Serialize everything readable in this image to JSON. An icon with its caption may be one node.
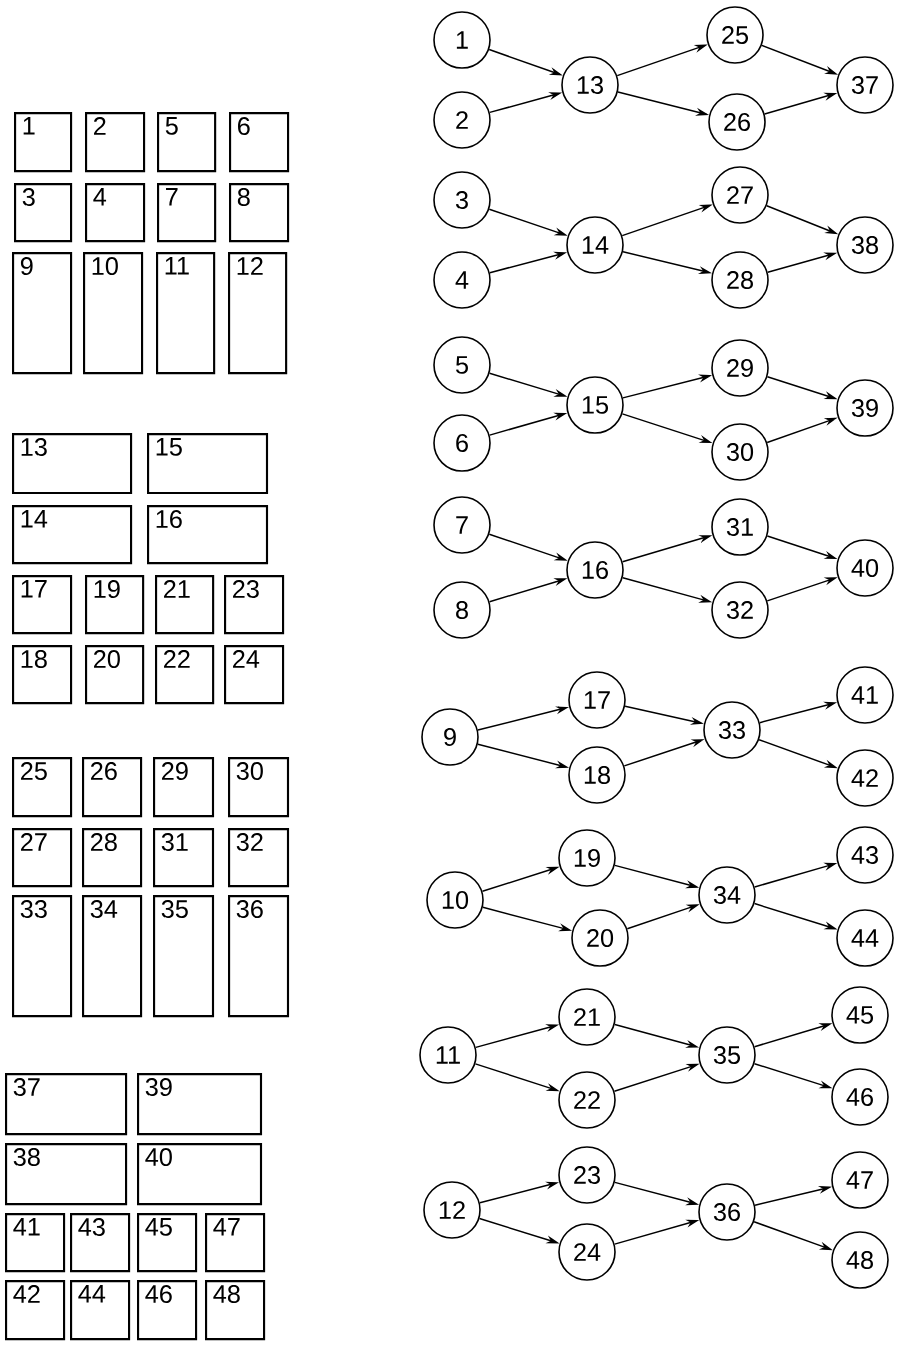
{
  "diagram": {
    "nodes": [
      {
        "text": [
          "1"
        ]
      },
      {
        "text": [
          "2"
        ]
      },
      {
        "text": [
          "5"
        ]
      },
      {
        "text": [
          "6"
        ]
      },
      {
        "text": [
          "3"
        ]
      },
      {
        "text": [
          "4"
        ]
      },
      {
        "text": [
          "7"
        ]
      },
      {
        "text": [
          "8"
        ]
      },
      {
        "text": [
          "9"
        ]
      },
      {
        "text": [
          "10"
        ]
      },
      {
        "text": [
          "11"
        ]
      },
      {
        "text": [
          "12"
        ]
      },
      {
        "text": [
          "13"
        ]
      },
      {
        "text": [
          "15"
        ]
      },
      {
        "text": [
          "14"
        ]
      },
      {
        "text": [
          "16"
        ]
      },
      {
        "text": [
          "17"
        ]
      },
      {
        "text": [
          "19"
        ]
      },
      {
        "text": [
          "21"
        ]
      },
      {
        "text": [
          "23"
        ]
      },
      {
        "text": [
          "18"
        ]
      },
      {
        "text": [
          "20"
        ]
      },
      {
        "text": [
          "22"
        ]
      },
      {
        "text": [
          "24"
        ]
      },
      {
        "text": [
          "25"
        ]
      },
      {
        "text": [
          "26"
        ]
      },
      {
        "text": [
          "29"
        ]
      },
      {
        "text": [
          "30"
        ]
      },
      {
        "text": [
          "27"
        ]
      },
      {
        "text": [
          "28"
        ]
      },
      {
        "text": [
          "31"
        ]
      },
      {
        "text": [
          "32"
        ]
      },
      {
        "text": [
          "33"
        ]
      },
      {
        "text": [
          "34"
        ]
      },
      {
        "text": [
          "35"
        ]
      },
      {
        "text": [
          "36"
        ]
      },
      {
        "text": [
          "37"
        ]
      },
      {
        "text": [
          "39"
        ]
      },
      {
        "text": [
          "38"
        ]
      },
      {
        "text": [
          "40"
        ]
      },
      {
        "text": [
          "41"
        ]
      },
      {
        "text": [
          "43"
        ]
      },
      {
        "text": [
          "45"
        ]
      },
      {
        "text": [
          "47"
        ]
      },
      {
        "text": [
          "42"
        ]
      },
      {
        "text": [
          "44"
        ]
      },
      {
        "text": [
          "46"
        ]
      },
      {
        "text": [
          "48"
        ]
      },
      {
        "text": [
          "1"
        ]
      },
      {
        "text": [
          "2"
        ]
      },
      {
        "text": [
          "3"
        ]
      },
      {
        "text": [
          "4"
        ]
      },
      {
        "text": [
          "5"
        ]
      },
      {
        "text": [
          "6"
        ]
      },
      {
        "text": [
          "7"
        ]
      },
      {
        "text": [
          "8"
        ]
      },
      {
        "text": [
          "9"
        ]
      },
      {
        "text": [
          "10"
        ]
      },
      {
        "text": [
          "11"
        ]
      },
      {
        "text": [
          "12"
        ]
      },
      {
        "text": [
          "13"
        ]
      },
      {
        "text": [
          "14"
        ]
      },
      {
        "text": [
          "15"
        ]
      },
      {
        "text": [
          "16"
        ]
      },
      {
        "text": [
          "17"
        ]
      },
      {
        "text": [
          "18"
        ]
      },
      {
        "text": [
          "19"
        ]
      },
      {
        "text": [
          "20"
        ]
      },
      {
        "text": [
          "21"
        ]
      },
      {
        "text": [
          "22"
        ]
      },
      {
        "text": [
          "23"
        ]
      },
      {
        "text": [
          "24"
        ]
      },
      {
        "text": [
          "25"
        ]
      },
      {
        "text": [
          "26"
        ]
      },
      {
        "text": [
          "27"
        ]
      },
      {
        "text": [
          "28"
        ]
      },
      {
        "text": [
          "29"
        ]
      },
      {
        "text": [
          "30"
        ]
      },
      {
        "text": [
          "31"
        ]
      },
      {
        "text": [
          "32"
        ]
      },
      {
        "text": [
          "33"
        ]
      },
      {
        "text": [
          "34"
        ]
      },
      {
        "text": [
          "35"
        ]
      },
      {
        "text": [
          "36"
        ]
      },
      {
        "text": [
          "37"
        ]
      },
      {
        "text": [
          "38"
        ]
      },
      {
        "text": [
          "39"
        ]
      },
      {
        "text": [
          "40"
        ]
      },
      {
        "text": [
          "41"
        ]
      },
      {
        "text": [
          "42"
        ]
      },
      {
        "text": [
          "43"
        ]
      },
      {
        "text": [
          "44"
        ]
      },
      {
        "text": [
          "45"
        ]
      },
      {
        "text": [
          "46"
        ]
      },
      {
        "text": [
          "47"
        ]
      },
      {
        "text": [
          "48"
        ]
      }
    ],
    "edges": [
      {
        "from": 48,
        "to": 60,
        "arrow": "to"
      },
      {
        "from": 49,
        "to": 60,
        "arrow": "to"
      },
      {
        "from": 60,
        "to": 72,
        "arrow": "to"
      },
      {
        "from": 60,
        "to": 73,
        "arrow": "to"
      },
      {
        "from": 72,
        "to": 84,
        "arrow": "to"
      },
      {
        "from": 73,
        "to": 84,
        "arrow": "to"
      },
      {
        "from": 50,
        "to": 61,
        "arrow": "to"
      },
      {
        "from": 51,
        "to": 61,
        "arrow": "to"
      },
      {
        "from": 61,
        "to": 74,
        "arrow": "to"
      },
      {
        "from": 61,
        "to": 75,
        "arrow": "to"
      },
      {
        "from": 74,
        "to": 85,
        "arrow": "to"
      },
      {
        "from": 75,
        "to": 85,
        "arrow": "to"
      },
      {
        "from": 52,
        "to": 62,
        "arrow": "to"
      },
      {
        "from": 53,
        "to": 62,
        "arrow": "to"
      },
      {
        "from": 62,
        "to": 76,
        "arrow": "to"
      },
      {
        "from": 62,
        "to": 77,
        "arrow": "to"
      },
      {
        "from": 76,
        "to": 86,
        "arrow": "to"
      },
      {
        "from": 77,
        "to": 86,
        "arrow": "to"
      },
      {
        "from": 54,
        "to": 63,
        "arrow": "to"
      },
      {
        "from": 55,
        "to": 63,
        "arrow": "to"
      },
      {
        "from": 63,
        "to": 78,
        "arrow": "to"
      },
      {
        "from": 63,
        "to": 79,
        "arrow": "to"
      },
      {
        "from": 78,
        "to": 87,
        "arrow": "to"
      },
      {
        "from": 79,
        "to": 87,
        "arrow": "to"
      },
      {
        "from": 56,
        "to": 64,
        "arrow": "to"
      },
      {
        "from": 56,
        "to": 65,
        "arrow": "to"
      },
      {
        "from": 64,
        "to": 80,
        "arrow": "to"
      },
      {
        "from": 65,
        "to": 80,
        "arrow": "to"
      },
      {
        "from": 80,
        "to": 88,
        "arrow": "to"
      },
      {
        "from": 80,
        "to": 89,
        "arrow": "to"
      },
      {
        "from": 57,
        "to": 66,
        "arrow": "to"
      },
      {
        "from": 57,
        "to": 67,
        "arrow": "to"
      },
      {
        "from": 66,
        "to": 81,
        "arrow": "to"
      },
      {
        "from": 67,
        "to": 81,
        "arrow": "to"
      },
      {
        "from": 81,
        "to": 90,
        "arrow": "to"
      },
      {
        "from": 81,
        "to": 91,
        "arrow": "to"
      },
      {
        "from": 58,
        "to": 68,
        "arrow": "to"
      },
      {
        "from": 58,
        "to": 69,
        "arrow": "to"
      },
      {
        "from": 68,
        "to": 82,
        "arrow": "to"
      },
      {
        "from": 69,
        "to": 82,
        "arrow": "to"
      },
      {
        "from": 82,
        "to": 92,
        "arrow": "to"
      },
      {
        "from": 82,
        "to": 93,
        "arrow": "to"
      },
      {
        "from": 59,
        "to": 70,
        "arrow": "to"
      },
      {
        "from": 59,
        "to": 71,
        "arrow": "to"
      },
      {
        "from": 70,
        "to": 83,
        "arrow": "to"
      },
      {
        "from": 71,
        "to": 83,
        "arrow": "to"
      },
      {
        "from": 83,
        "to": 94,
        "arrow": "to"
      },
      {
        "from": 83,
        "to": 95,
        "arrow": "to"
      }
    ]
  }
}
